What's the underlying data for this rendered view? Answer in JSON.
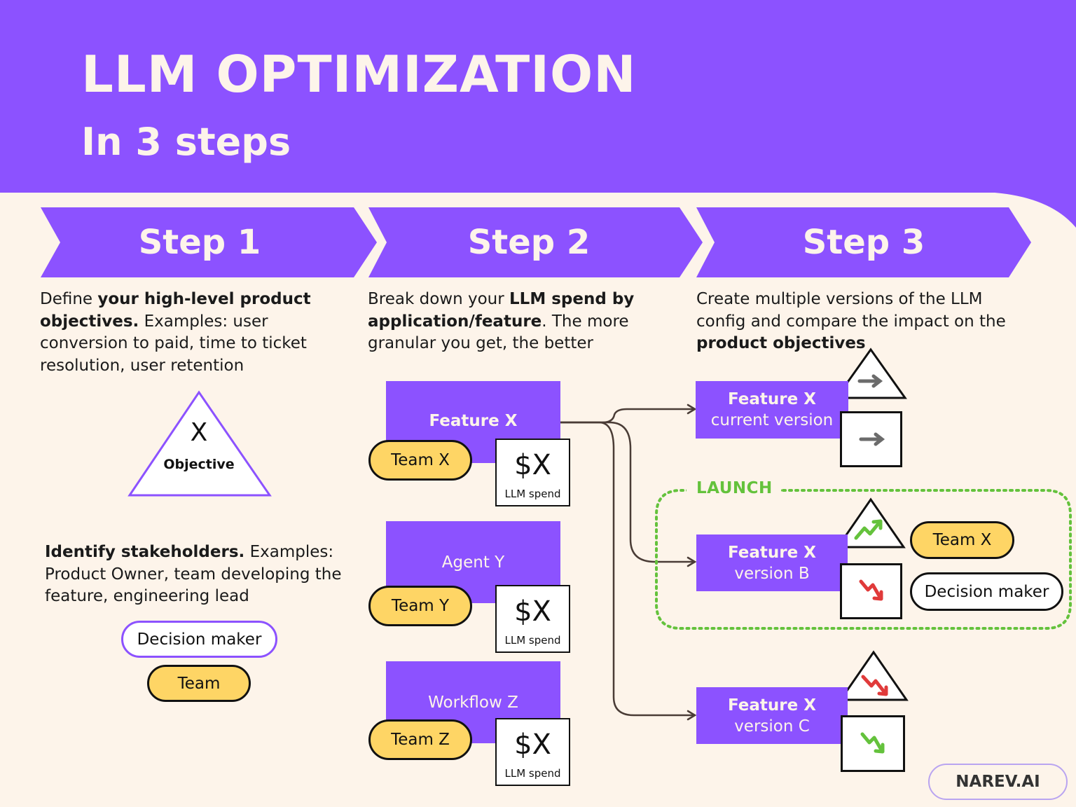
{
  "header": {
    "title": "LLM OPTIMIZATION",
    "subtitle": "In 3 steps"
  },
  "colors": {
    "purple": "#8c52ff",
    "cream": "#fdf4ea",
    "yellow": "#fed565",
    "green": "#64c23c",
    "red": "#e03a3a",
    "gray": "#6b6b6b"
  },
  "steps": [
    {
      "label": "Step 1"
    },
    {
      "label": "Step 2"
    },
    {
      "label": "Step 3"
    }
  ],
  "step1": {
    "desc": {
      "pre": "Define ",
      "bold": "your high-level product objectives.",
      "post": " Examples: user conversion to paid, time to ticket resolution, user retention"
    },
    "objective": {
      "symbol": "X",
      "label": "Objective"
    },
    "stakeholders": {
      "bold": "Identify stakeholders.",
      "post": " Examples: Product Owner, team developing the feature, engineering lead"
    },
    "pills": {
      "decision_maker": "Decision maker",
      "team": "Team"
    }
  },
  "step2": {
    "desc": {
      "pre": "Break down your ",
      "bold": "LLM spend by application/feature",
      "post": ". The more granular you get, the better"
    },
    "features": [
      {
        "name": "Feature X",
        "team": "Team X",
        "amount": "$X",
        "spend_label": "LLM spend"
      },
      {
        "name": "Agent Y",
        "team": "Team Y",
        "amount": "$X",
        "spend_label": "LLM spend"
      },
      {
        "name": "Workflow Z",
        "team": "Team Z",
        "amount": "$X",
        "spend_label": "LLM spend"
      }
    ]
  },
  "step3": {
    "desc": {
      "pre": "Create multiple versions of the LLM config and compare the impact on the ",
      "bold": "product objectives"
    },
    "versions": [
      {
        "name": "Feature X",
        "sub": "current version"
      },
      {
        "name": "Feature X",
        "sub": "version B"
      },
      {
        "name": "Feature X",
        "sub": "version C"
      }
    ],
    "launch_label": "LAUNCH",
    "launch_pills": {
      "team": "Team X",
      "decision_maker": "Decision maker"
    }
  },
  "brand": "NAREV.AI"
}
